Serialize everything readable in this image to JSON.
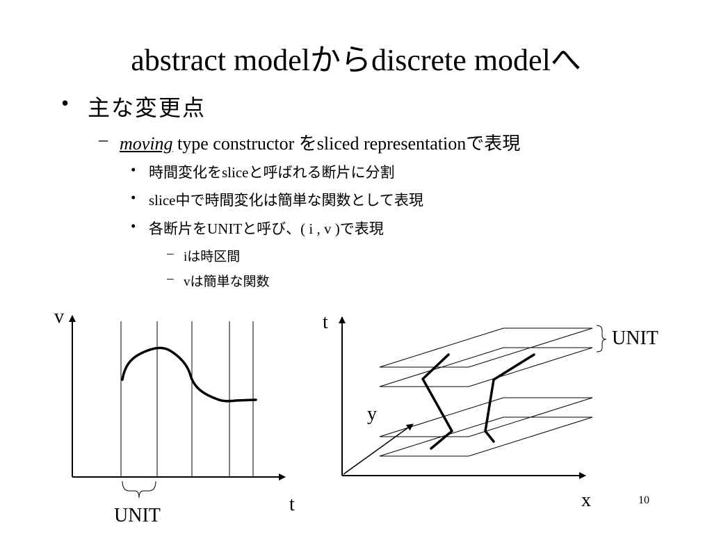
{
  "slide": {
    "title_a": "abstract model",
    "title_b": "から",
    "title_c": "discrete model",
    "title_d": "へ",
    "bullet1": "主な変更点",
    "bullet2": {
      "moving": "moving",
      "text_a": " type constructor ",
      "text_b": "を",
      "text_c": "sliced representation",
      "text_d": "で表現"
    },
    "bullet3_1": {
      "a": "時間変化を",
      "b": "slice",
      "c": "と呼ばれる断片に分割"
    },
    "bullet3_2": {
      "a": "slice",
      "b": "中で時間変化は簡単な関数として表現"
    },
    "bullet3_3": {
      "a": "各断片を",
      "b": "UNIT",
      "c": "と呼び、",
      "d": "( i , v )",
      "e": "で表現"
    },
    "bullet4_1": {
      "a": "i",
      "b": "は時区間"
    },
    "bullet4_2": {
      "a": "v",
      "b": "は簡単な関数"
    },
    "bullet_dot": "•",
    "dash": "–",
    "page_number": "10"
  },
  "left_diagram": {
    "v_label": "v",
    "t_label": "t",
    "unit_label": "UNIT"
  },
  "right_diagram": {
    "t_label": "t",
    "x_label": "x",
    "y_label": "y",
    "unit_label": "UNIT"
  }
}
